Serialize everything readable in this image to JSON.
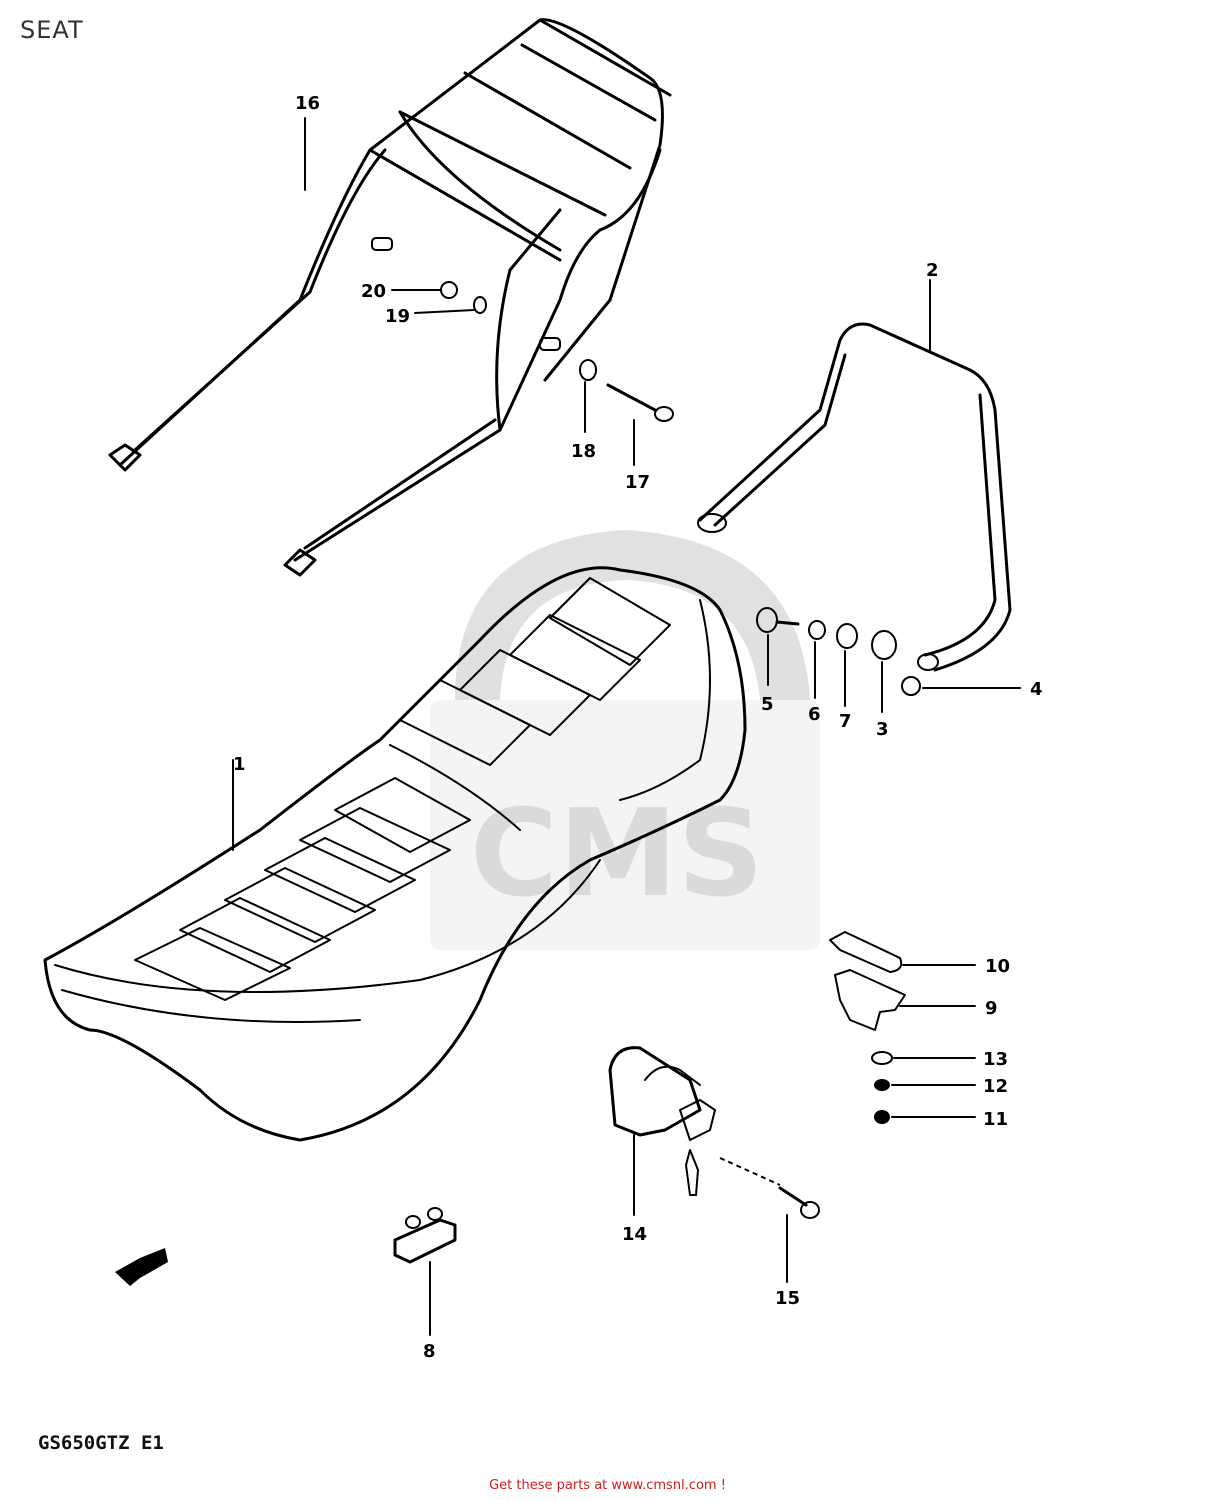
{
  "page": {
    "title": "SEAT",
    "model_code": "GS650GTZ E1",
    "footer_link": "Get these parts at www.cmsnl.com !"
  },
  "watermark": {
    "logo_text": "CMS"
  },
  "callouts": {
    "c1": "1",
    "c2": "2",
    "c3": "3",
    "c4": "4",
    "c5": "5",
    "c6": "6",
    "c7": "7",
    "c8": "8",
    "c9": "9",
    "c10": "10",
    "c11": "11",
    "c12": "12",
    "c13": "13",
    "c14": "14",
    "c15": "15",
    "c16": "16",
    "c17": "17",
    "c18": "18",
    "c19": "19",
    "c20": "20"
  }
}
